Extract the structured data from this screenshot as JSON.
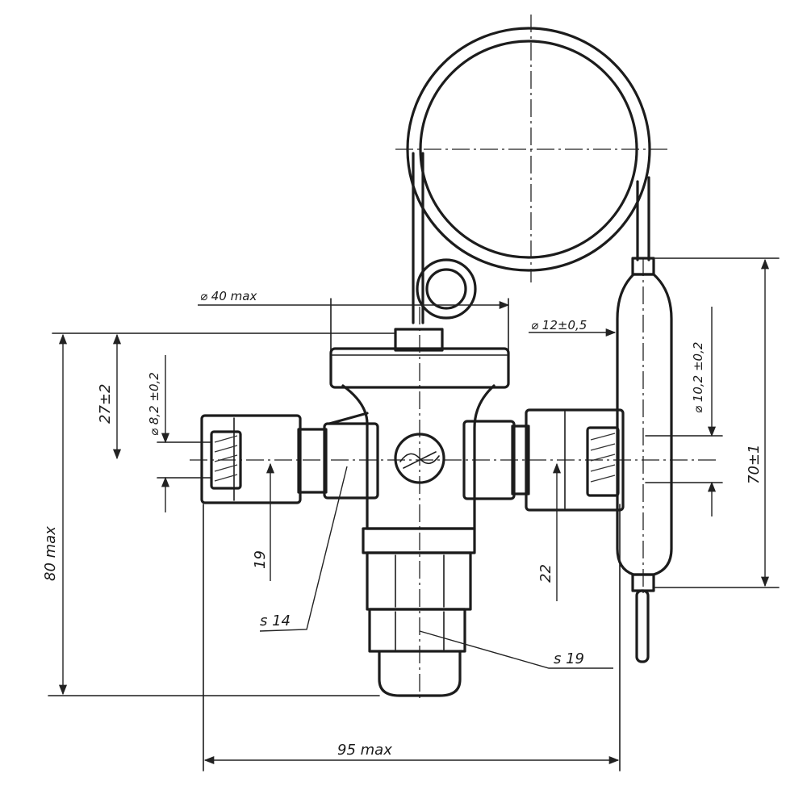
{
  "dimensions": {
    "bulb_diameter": "⌀ 40 max",
    "tube_diameter": "⌀ 12±0,5",
    "bulb_inner_diameter": "⌀ 10,2 ±0,2",
    "inlet_diameter": "⌀ 8,2 ±0,2",
    "height_upper": "27±2",
    "height_total": "80 max",
    "bulb_length": "70±1",
    "left_offset": "19",
    "right_offset": "22",
    "wrench_left": "s 14",
    "wrench_bottom": "s 19",
    "width_total": "95 max"
  }
}
